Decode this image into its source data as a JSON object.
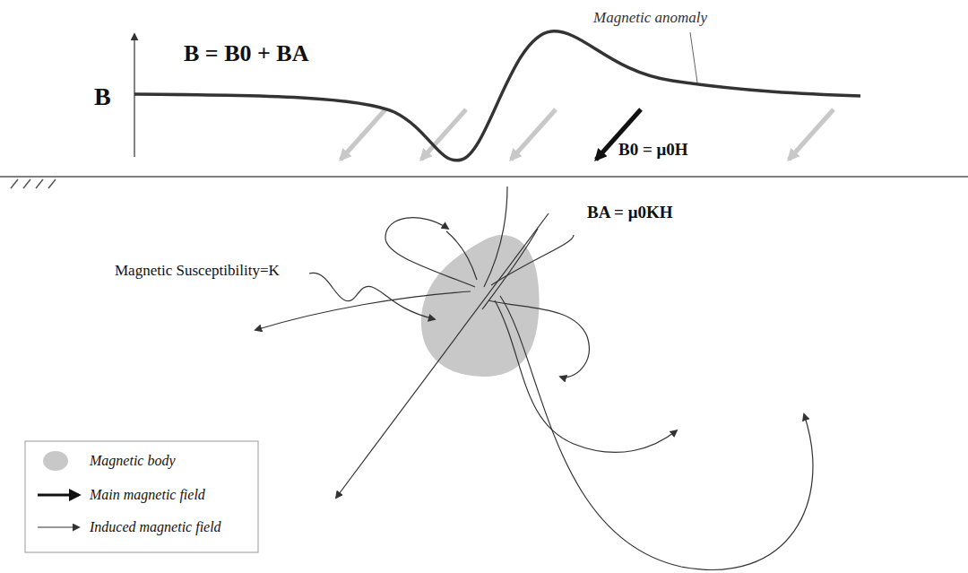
{
  "diagram": {
    "labels": [
      "B",
      "B = B0 + BA",
      "Magnetic anomaly",
      "B0 = μ0H",
      "BA = μ0KH",
      "Magnetic Susceptibility=K"
    ],
    "legend": [
      {
        "text": "Magnetic body",
        "color": "#c8c8c8"
      },
      {
        "text": "Main magnetic field"
      },
      {
        "text": "Induced magnetic field"
      }
    ]
  }
}
